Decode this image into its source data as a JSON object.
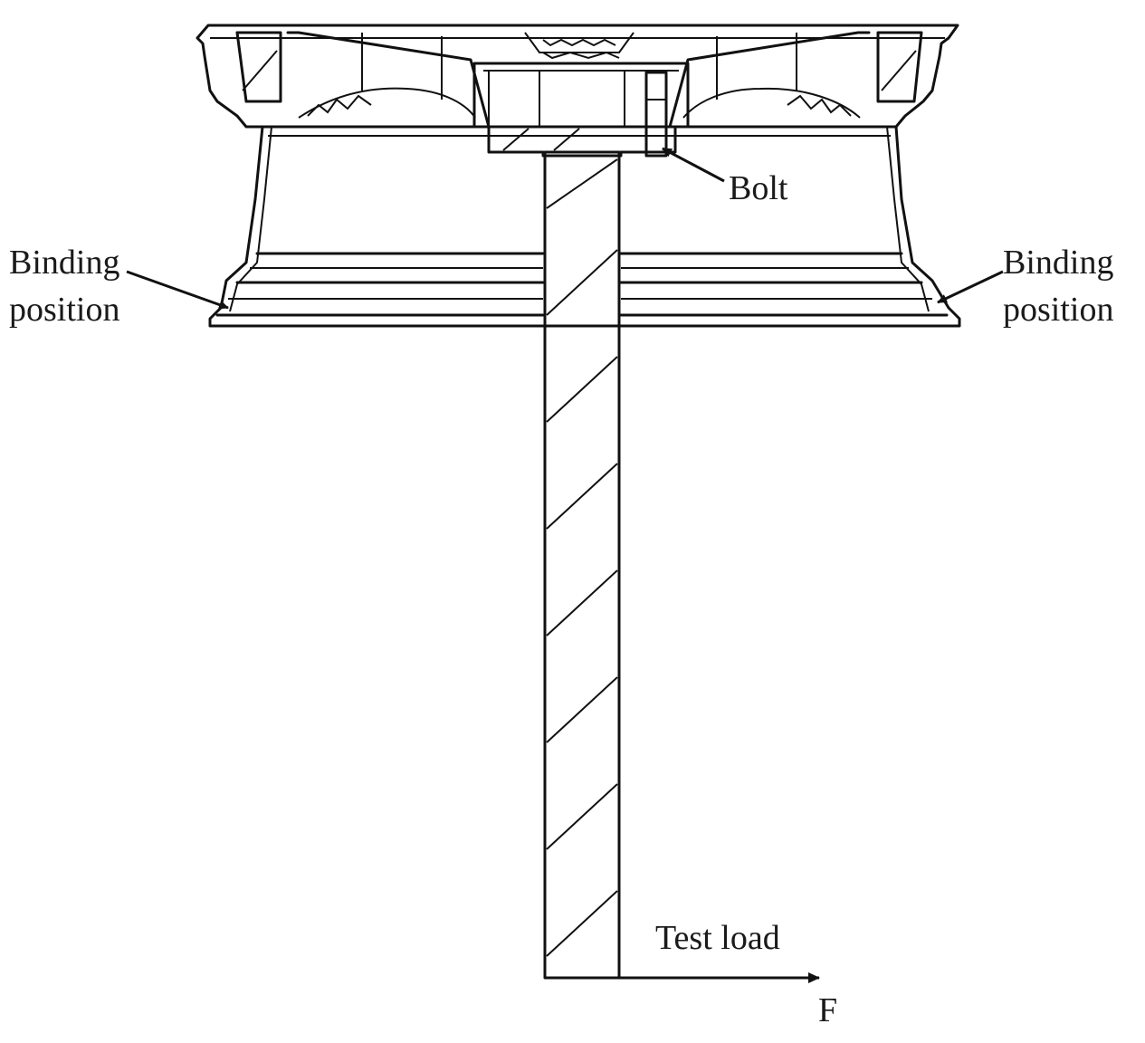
{
  "labels": {
    "bolt": "Bolt",
    "binding_left_line1": "Binding",
    "binding_left_line2": "position",
    "binding_right_line1": "Binding",
    "binding_right_line2": "position",
    "test_load": "Test load",
    "force": "F"
  },
  "colors": {
    "line": "#111111",
    "background": "#ffffff"
  }
}
